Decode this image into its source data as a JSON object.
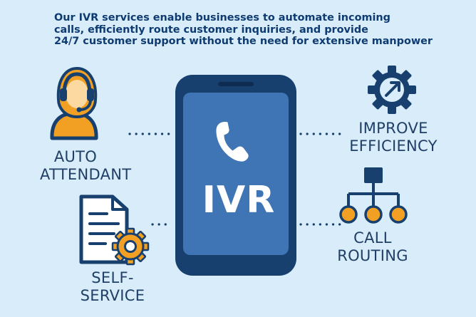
{
  "headline": {
    "line1": "Our IVR services enable businesses to automate incoming",
    "line2": "calls, efficiently route customer inquiries, and provide",
    "line3": "24/7 customer support without the need for extensive manpower"
  },
  "center": {
    "label": "IVR",
    "icon": "phone-icon"
  },
  "features": {
    "auto_attendant": {
      "line1": "AUTO",
      "line2": "ATTENDANT",
      "icon": "headset-agent-icon"
    },
    "self_service": {
      "line1": "SELF-",
      "line2": "SERVICE",
      "icon": "document-gear-icon"
    },
    "improve_efficiency": {
      "line1": "IMPROVE",
      "line2": "EFFICIENCY",
      "icon": "gear-arrow-icon"
    },
    "call_routing": {
      "line1": "CALL",
      "line2": "ROUTING",
      "icon": "org-tree-icon"
    }
  },
  "colors": {
    "background": "#d9ecf9",
    "navy": "#17406f",
    "screen": "#3f75b4",
    "orange": "#f2a024",
    "text": "#1f3f66"
  }
}
